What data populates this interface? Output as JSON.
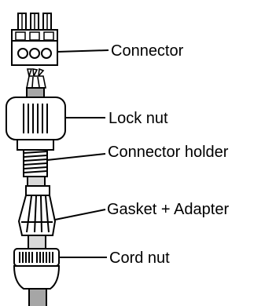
{
  "diagram": {
    "labels": {
      "connector": "Connector",
      "lock_nut": "Lock nut",
      "connector_holder": "Connector holder",
      "gasket_adapter": "Gasket + Adapter",
      "cord_nut": "Cord nut"
    },
    "colors": {
      "stroke": "#000000",
      "background": "#ffffff",
      "cable_light": "#d9d9d9",
      "cable_mid": "#a6a6a6"
    }
  }
}
